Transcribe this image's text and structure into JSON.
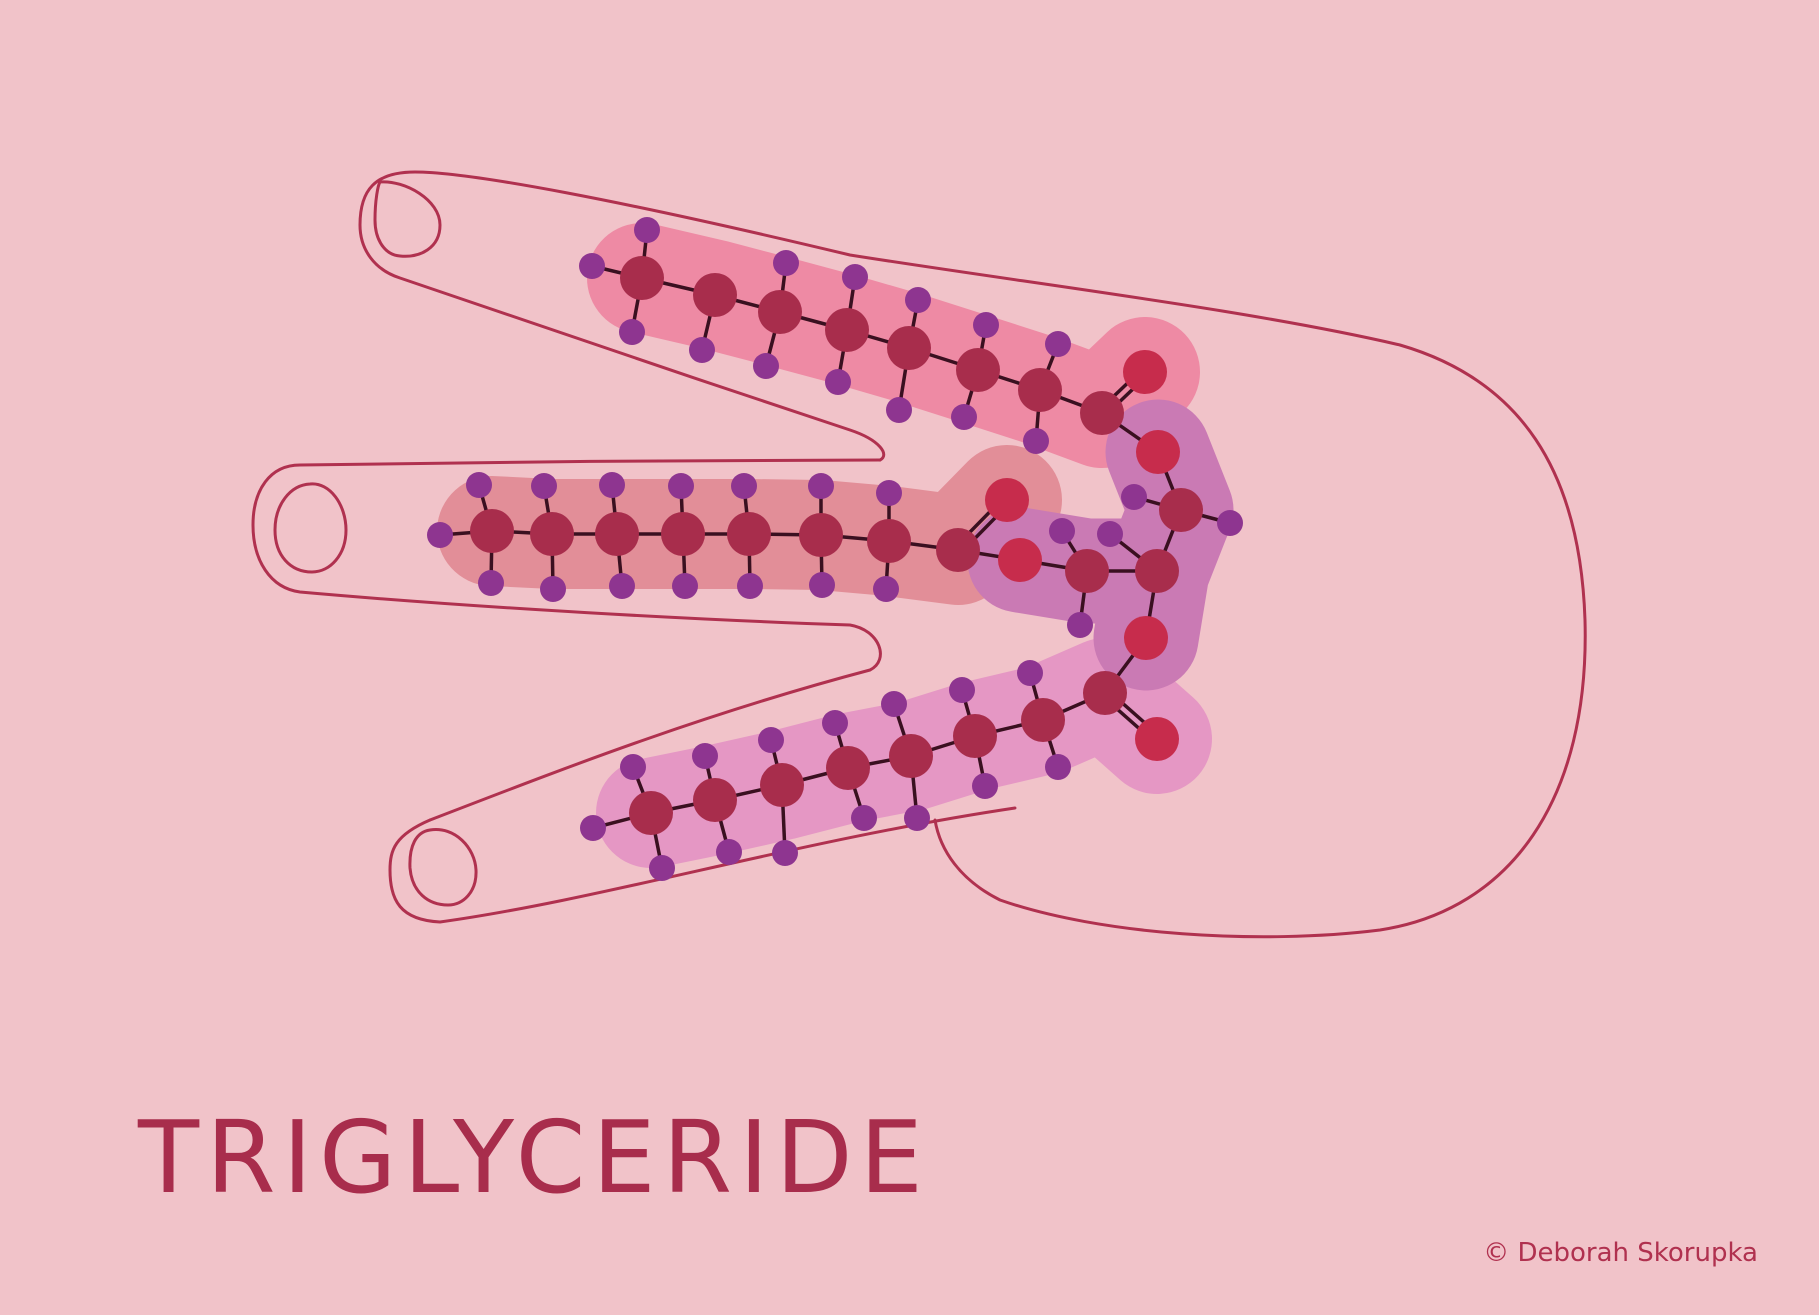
{
  "title": "TRIGLYCERIDE",
  "credit": "© Deborah Skorupka",
  "colors": {
    "background": "#F1C3C9",
    "outline": "#B0314F",
    "bond": "#3A1020",
    "carbon": "#A82D4C",
    "oxygen": "#C72C4C",
    "hydrogen": "#8E3590",
    "chain_top_glow": "#EE8AA4",
    "chain_middle_glow": "#E28E98",
    "chain_bottom_glow": "#E597C4",
    "glycerol_glow": "#CA7AB4",
    "title": "#A82D4C",
    "credit": "#B0314F"
  },
  "diagram": {
    "subject": "hand-outline",
    "groups": [
      "top-fatty-acid-chain",
      "middle-fatty-acid-chain",
      "bottom-fatty-acid-chain",
      "glycerol-backbone"
    ],
    "atom_types": [
      "carbon",
      "oxygen",
      "hydrogen"
    ]
  }
}
